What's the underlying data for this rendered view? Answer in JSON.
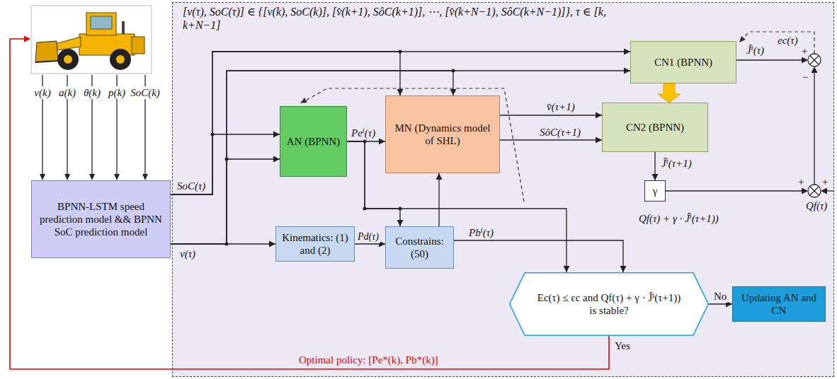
{
  "diagram": {
    "nodes": [
      {
        "text": [
          "BPNN-LSTM speed prediction model && BPNN SoC prediction model"
        ]
      },
      {
        "text": [
          "[v(τ), SoC(τ)] ∈ {[v(k), SoC(k)], [v̂(k+1), SôC(k+1)], ⋯, [v̂(k+N−1), SôC(k+N−1)]}, τ ∈ [k, k+N−1]"
        ]
      },
      {
        "text": [
          "AN (BPNN)"
        ],
        "in": 1
      },
      {
        "text": [
          "MN (Dynamics model of SHL)"
        ],
        "in": 1
      },
      {
        "text": [
          "CN1 (BPNN)"
        ],
        "in": 1
      },
      {
        "text": [
          "CN2 (BPNN)"
        ],
        "in": 1
      },
      {
        "text": [
          "γ"
        ],
        "in": 1
      },
      {
        "text": [
          "Kinematics: (1) and (2)"
        ],
        "in": 1
      },
      {
        "text": [
          "Constrains: (50)"
        ],
        "in": 1
      },
      {
        "text": [
          "Ec(τ) ≤ εc and Qf(τ) + γ · Ĵⁱ(τ+1)) is stable?"
        ],
        "in": 1
      },
      {
        "text": [
          "Updating AN and CN"
        ],
        "in": 1
      }
    ],
    "edges": [
      {
        "from": 0,
        "to": 2,
        "arrow": "to"
      },
      {
        "from": 0,
        "to": 4,
        "arrow": "to"
      },
      {
        "from": 0,
        "to": 3,
        "arrow": "to"
      },
      {
        "from": 0,
        "to": 2,
        "arrow": "to"
      },
      {
        "from": 0,
        "to": 4,
        "arrow": "to"
      },
      {
        "from": 0,
        "to": 3,
        "arrow": "to"
      },
      {
        "from": 0,
        "to": 7,
        "arrow": "to"
      },
      {
        "from": 2,
        "to": 3,
        "arrow": "to",
        "label": "Peⁱ(τ)"
      },
      {
        "from": 2,
        "to": 8,
        "arrow": "to"
      },
      {
        "from": 2,
        "to": 9,
        "arrow": "to"
      },
      {
        "from": 7,
        "to": 8,
        "arrow": "to",
        "label": "Pd(τ)"
      },
      {
        "from": 8,
        "to": 3,
        "arrow": "to"
      },
      {
        "from": 8,
        "to": 9,
        "arrow": "to",
        "label": "Pbⁱ(τ)"
      },
      {
        "from": 3,
        "to": 5,
        "arrow": "to",
        "label": "v̂(τ+1)"
      },
      {
        "from": 3,
        "to": 5,
        "arrow": "to",
        "label": "SôC(τ+1)"
      },
      {
        "from": 4,
        "to": 5,
        "arrow": "to"
      },
      {
        "from": 5,
        "to": 6,
        "arrow": "to",
        "label": "Ĵⁱ(τ+1)"
      },
      {
        "from": 9,
        "to": 10,
        "arrow": "to",
        "label": "No"
      }
    ],
    "labels": [
      "v(k)",
      "a(k)",
      "θ(k)",
      "p(k)",
      "SoC(k)",
      "SoC(τ)",
      "v(τ)",
      "Ĵⁱ(τ)",
      "ec(τ)",
      "+",
      "−",
      "+",
      "+",
      "Qf(τ)",
      "Qf(τ) + γ · Ĵⁱ(τ+1))",
      "Yes",
      "Optimal policy:  [Pe*(k), Pb*(k)]"
    ]
  }
}
